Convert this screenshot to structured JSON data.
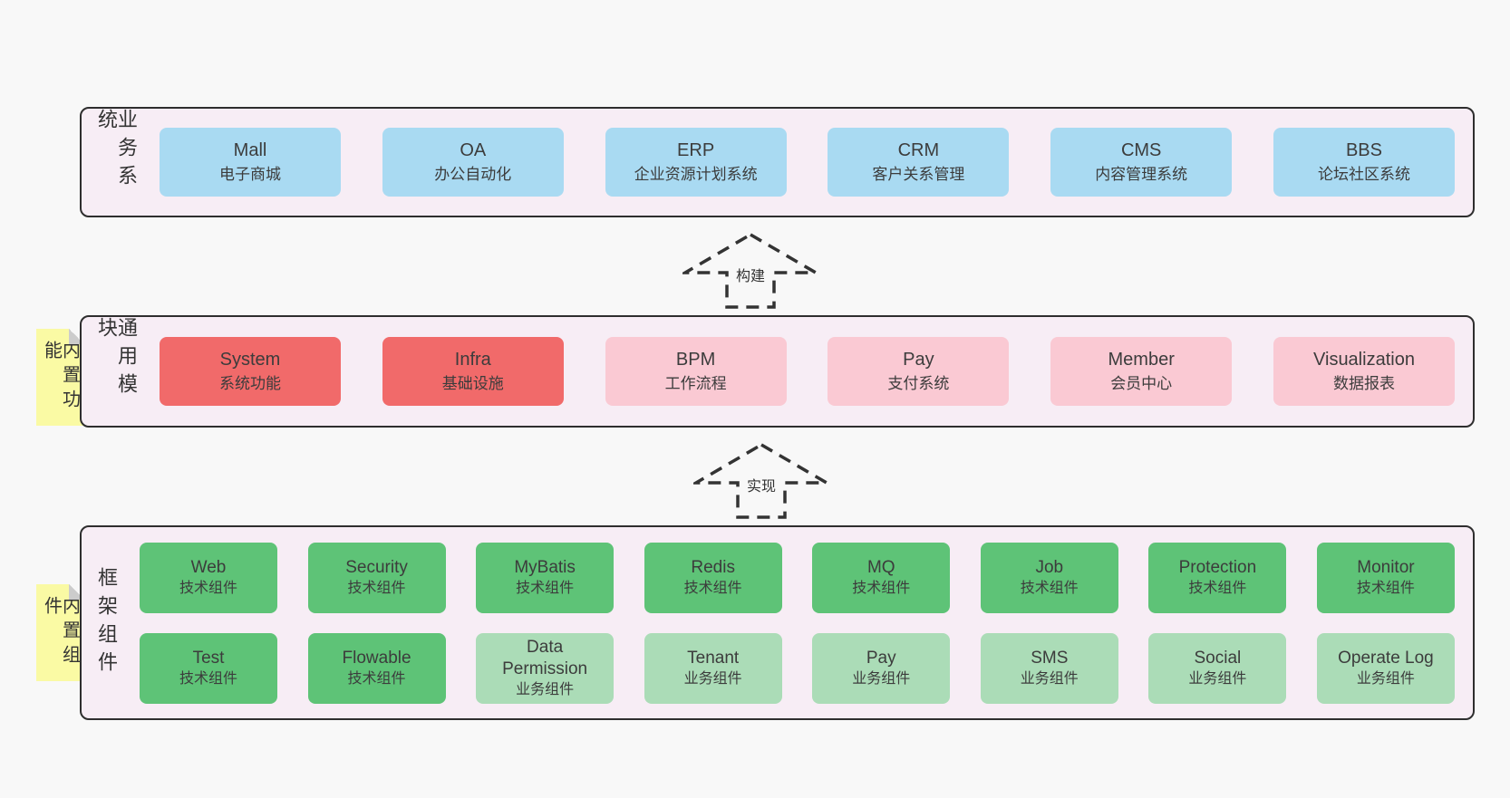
{
  "colors": {
    "page-bg": "#f8f8f8",
    "panel-bg": "#f7edf5",
    "panel-border": "#2e2e2e",
    "box-blue": "#a9daf2",
    "box-red": "#f16a6a",
    "box-pink": "#fac9d3",
    "box-green": "#5ec377",
    "box-green-light": "#abdcb7",
    "sticky-yellow": "#fafaa4",
    "sticky-fold": "#cccccc",
    "text": "#3c3c3c"
  },
  "arrows": [
    {
      "label": "构建"
    },
    {
      "label": "实现"
    }
  ],
  "layers": [
    {
      "label": "业务系统",
      "sticky": null,
      "rows": [
        [
          {
            "en": "Mall",
            "zh": "电子商城",
            "type": "blue"
          },
          {
            "en": "OA",
            "zh": "办公自动化",
            "type": "blue"
          },
          {
            "en": "ERP",
            "zh": "企业资源计划系统",
            "type": "blue"
          },
          {
            "en": "CRM",
            "zh": "客户关系管理",
            "type": "blue"
          },
          {
            "en": "CMS",
            "zh": "内容管理系统",
            "type": "blue"
          },
          {
            "en": "BBS",
            "zh": "论坛社区系统",
            "type": "blue"
          }
        ]
      ]
    },
    {
      "label": "通用模块",
      "sticky": "内置功能",
      "rows": [
        [
          {
            "en": "System",
            "zh": "系统功能",
            "type": "red"
          },
          {
            "en": "Infra",
            "zh": "基础设施",
            "type": "red"
          },
          {
            "en": "BPM",
            "zh": "工作流程",
            "type": "pink"
          },
          {
            "en": "Pay",
            "zh": "支付系统",
            "type": "pink"
          },
          {
            "en": "Member",
            "zh": "会员中心",
            "type": "pink"
          },
          {
            "en": "Visualization",
            "zh": "数据报表",
            "type": "pink"
          }
        ]
      ]
    },
    {
      "label": "框架组件",
      "sticky": "内置组件",
      "rows": [
        [
          {
            "en": "Web",
            "zh": "技术组件",
            "type": "green"
          },
          {
            "en": "Security",
            "zh": "技术组件",
            "type": "green"
          },
          {
            "en": "MyBatis",
            "zh": "技术组件",
            "type": "green"
          },
          {
            "en": "Redis",
            "zh": "技术组件",
            "type": "green"
          },
          {
            "en": "MQ",
            "zh": "技术组件",
            "type": "green"
          },
          {
            "en": "Job",
            "zh": "技术组件",
            "type": "green"
          },
          {
            "en": "Protection",
            "zh": "技术组件",
            "type": "green"
          },
          {
            "en": "Monitor",
            "zh": "技术组件",
            "type": "green"
          }
        ],
        [
          {
            "en": "Test",
            "zh": "技术组件",
            "type": "green"
          },
          {
            "en": "Flowable",
            "zh": "技术组件",
            "type": "green"
          },
          {
            "en": "Data Permission",
            "zh": "业务组件",
            "type": "green-light"
          },
          {
            "en": "Tenant",
            "zh": "业务组件",
            "type": "green-light"
          },
          {
            "en": "Pay",
            "zh": "业务组件",
            "type": "green-light"
          },
          {
            "en": "SMS",
            "zh": "业务组件",
            "type": "green-light"
          },
          {
            "en": "Social",
            "zh": "业务组件",
            "type": "green-light"
          },
          {
            "en": "Operate Log",
            "zh": "业务组件",
            "type": "green-light"
          }
        ]
      ]
    }
  ]
}
